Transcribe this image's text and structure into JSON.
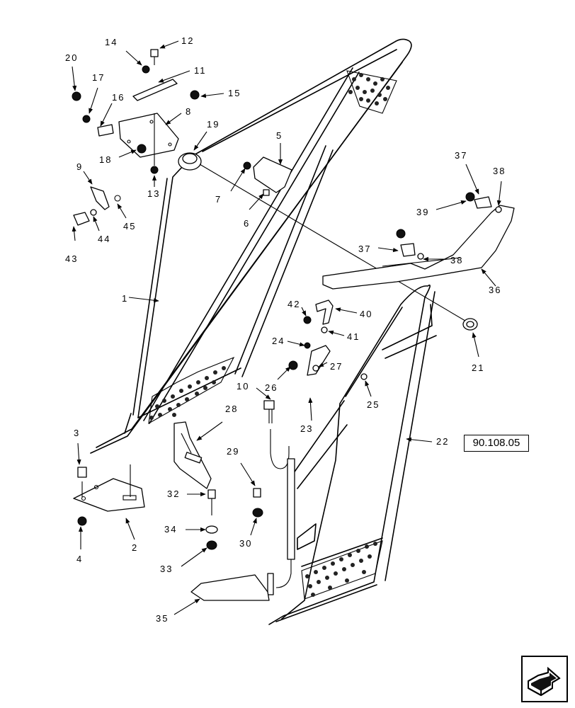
{
  "figure": {
    "reference_code": "90.108.05",
    "callouts": {
      "c1": "1",
      "c2": "2",
      "c3": "3",
      "c4": "4",
      "c5": "5",
      "c6": "6",
      "c7": "7",
      "c8": "8",
      "c9": "9",
      "c10": "10",
      "c11": "11",
      "c12": "12",
      "c13": "13",
      "c14": "14",
      "c15": "15",
      "c16": "16",
      "c17": "17",
      "c18": "18",
      "c19": "19",
      "c20": "20",
      "c21": "21",
      "c22": "22",
      "c23": "23",
      "c24": "24",
      "c25": "25",
      "c26": "26",
      "c27": "27",
      "c28": "28",
      "c29": "29",
      "c30": "30",
      "c32": "32",
      "c33": "33",
      "c34": "34",
      "c35": "35",
      "c36": "36",
      "c37a": "37",
      "c37b": "37",
      "c38a": "38",
      "c38b": "38",
      "c39": "39",
      "c40": "40",
      "c41": "41",
      "c42": "42",
      "c43": "43",
      "c44": "44",
      "c45": "45"
    }
  },
  "navigation": {
    "next_icon": "next-page-arrow-icon"
  }
}
